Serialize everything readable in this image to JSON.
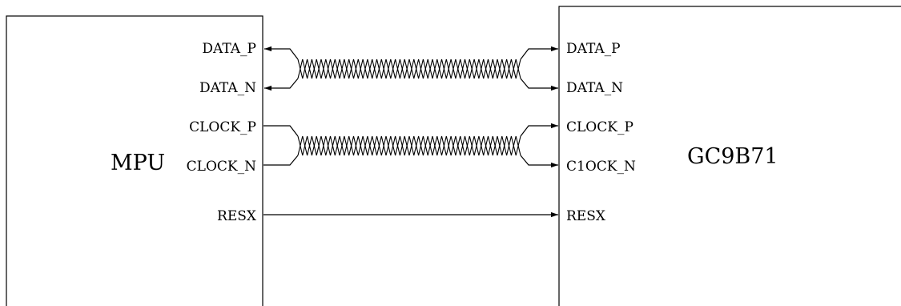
{
  "left_chip": {
    "name": "MPU",
    "pins": [
      "DATA_P",
      "DATA_N",
      "CLOCK_P",
      "CLOCK_N",
      "RESX"
    ]
  },
  "right_chip": {
    "name": "GC9B71",
    "pins": [
      "DATA_P",
      "DATA_N",
      "CLOCK_P",
      "C1OCK_N",
      "RESX"
    ]
  },
  "connections": [
    {
      "from": "DATA_P",
      "to": "DATA_P",
      "direction": "bidirectional",
      "pair": "data"
    },
    {
      "from": "DATA_N",
      "to": "DATA_N",
      "direction": "bidirectional",
      "pair": "data"
    },
    {
      "from": "CLOCK_P",
      "to": "CLOCK_P",
      "direction": "to-right",
      "pair": "clock"
    },
    {
      "from": "CLOCK_N",
      "to": "C1OCK_N",
      "direction": "to-right",
      "pair": "clock"
    },
    {
      "from": "RESX",
      "to": "RESX",
      "direction": "to-right",
      "pair": null
    }
  ],
  "twisted_pairs": [
    "data",
    "clock"
  ]
}
